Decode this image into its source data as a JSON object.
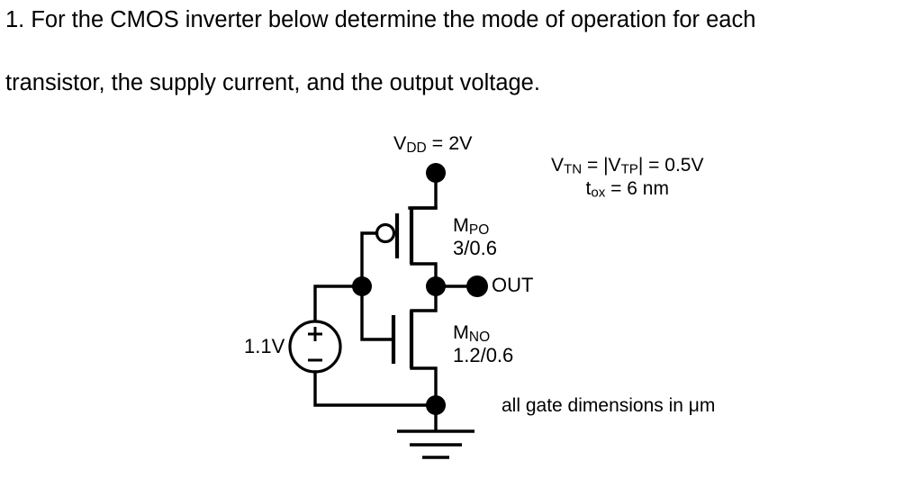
{
  "question": {
    "number": "1.",
    "line1": "1.  For the CMOS inverter below determine the mode of operation for each",
    "line2": "transistor, the supply current, and the output voltage."
  },
  "circuit": {
    "title": "CMOS inverter",
    "supply_label_prefix": "V",
    "supply_label_sub": "DD",
    "supply_label_value": " = 2V",
    "params": {
      "line1_a": "V",
      "line1_a_sub": "TN",
      "line1_b": " = |V",
      "line1_b_sub": "TP",
      "line1_c": "| = 0.5V",
      "line2_a": "t",
      "line2_a_sub": "ox",
      "line2_b": " = 6 nm"
    },
    "pmos": {
      "name_prefix": "M",
      "name_sub": "PO",
      "size": "3/0.6",
      "type": "pmos"
    },
    "nmos": {
      "name_prefix": "M",
      "name_sub": "NO",
      "size": "1.2/0.6",
      "type": "nmos"
    },
    "output_node_label": "OUT",
    "source": {
      "value_label": "1.1V",
      "plus": "+",
      "minus": "–"
    },
    "ground_label": "",
    "note": "all gate dimensions in μm",
    "colors": {
      "wire": "#000000",
      "background": "#ffffff",
      "text": "#000000"
    }
  }
}
